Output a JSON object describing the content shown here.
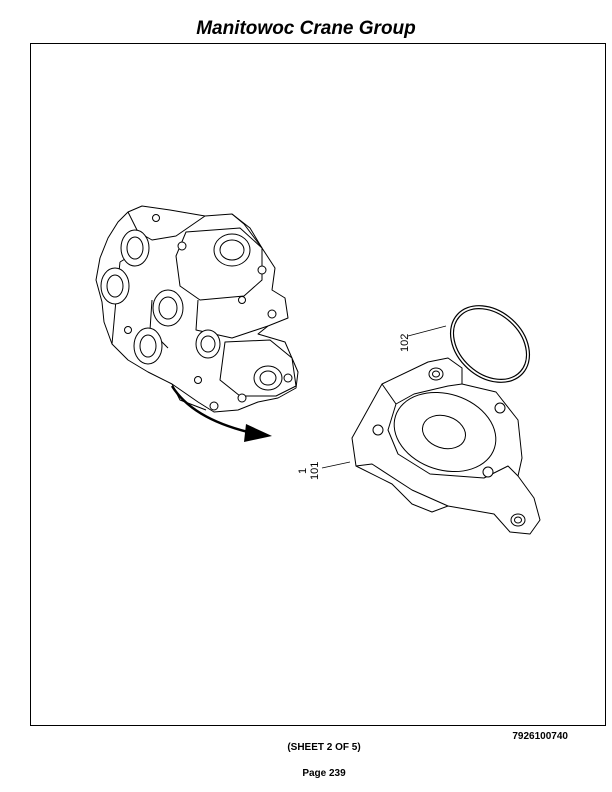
{
  "header": {
    "title": "Manitowoc Crane Group"
  },
  "callouts": {
    "item_1": "1",
    "item_101": "101",
    "item_102": "102"
  },
  "footer": {
    "doc_number": "7926100740",
    "sheet": "(SHEET 2 OF 5)",
    "page": "Page 239"
  }
}
